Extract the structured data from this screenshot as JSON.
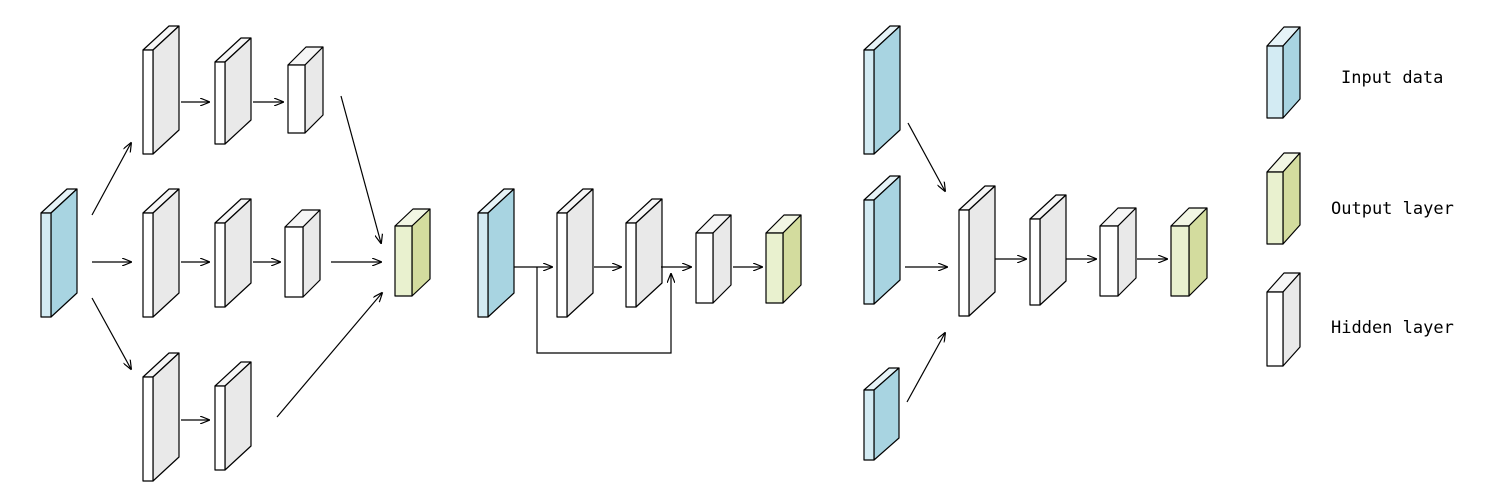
{
  "legend": {
    "items": [
      {
        "key": "input",
        "label": "Input data",
        "color": "#a8d4e1"
      },
      {
        "key": "output",
        "label": "Output layer",
        "color": "#d3dc9e"
      },
      {
        "key": "hidden",
        "label": "Hidden layer",
        "color": "#ececec"
      }
    ]
  },
  "colors": {
    "stroke": "#000000",
    "input_front": "#d3ebf3",
    "input_side": "#a8d4e1",
    "input_top": "#e6f3f7",
    "output_front": "#e9f1cf",
    "output_side": "#d3dc9e",
    "output_top": "#f2f6e4",
    "hidden_front": "#ffffff",
    "hidden_side": "#e9e9e9",
    "hidden_top": "#f6f6f6"
  }
}
